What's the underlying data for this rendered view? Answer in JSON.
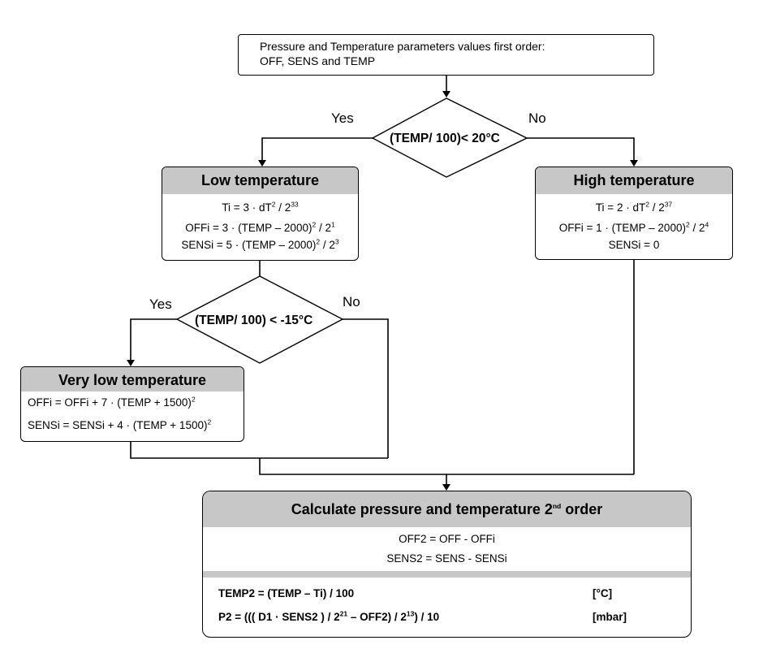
{
  "start_box": {
    "line1": "Pressure and Temperature parameters values first order:",
    "line2": "OFF, SENS and TEMP"
  },
  "decision1": {
    "text": "(TEMP/ 100)< 20°C",
    "yes": "Yes",
    "no": "No"
  },
  "low": {
    "title": "Low temperature",
    "ti": {
      "pre": "Ti = 3 · dT",
      "e1": "2",
      "mid": " / 2",
      "e2": "33"
    },
    "offi": {
      "pre": "OFFi = 3 · (TEMP – 2000)",
      "e1": "2",
      "mid": " / 2",
      "e2": "1"
    },
    "sensi": {
      "pre": "SENSi = 5 · (TEMP – 2000)",
      "e1": "2",
      "mid": " / 2",
      "e2": "3"
    }
  },
  "high": {
    "title": "High temperature",
    "ti": {
      "pre": "Ti = 2 · dT",
      "e1": "2",
      "mid": " / 2",
      "e2": "37"
    },
    "offi": {
      "pre": "OFFi = 1 · (TEMP – 2000)",
      "e1": "2",
      "mid": " / 2",
      "e2": "4"
    },
    "sensi": "SENSi = 0"
  },
  "decision2": {
    "text": "(TEMP/ 100) < -15°C",
    "yes": "Yes",
    "no": "No"
  },
  "verylow": {
    "title": "Very low temperature",
    "offi": {
      "pre": "OFFi = OFFi + 7 · (TEMP + 1500)",
      "e1": "2"
    },
    "sensi": {
      "pre": "SENSi = SENSi + 4 · (TEMP + 1500)",
      "e1": "2"
    }
  },
  "final": {
    "title_pre": "Calculate pressure and temperature 2",
    "title_sup": "nd",
    "title_post": " order",
    "off2": "OFF2 = OFF - OFFi",
    "sens2": "SENS2 = SENS - SENSi",
    "temp2": "TEMP2 = (TEMP – Ti) / 100",
    "temp2_unit": "[°C]",
    "p2": {
      "a": "P2 = ((( D1 · SENS2 ) / 2",
      "e1": "21",
      "b": " – OFF2) / 2",
      "e2": "13",
      "c": ") / 10"
    },
    "p2_unit": "[mbar]"
  }
}
